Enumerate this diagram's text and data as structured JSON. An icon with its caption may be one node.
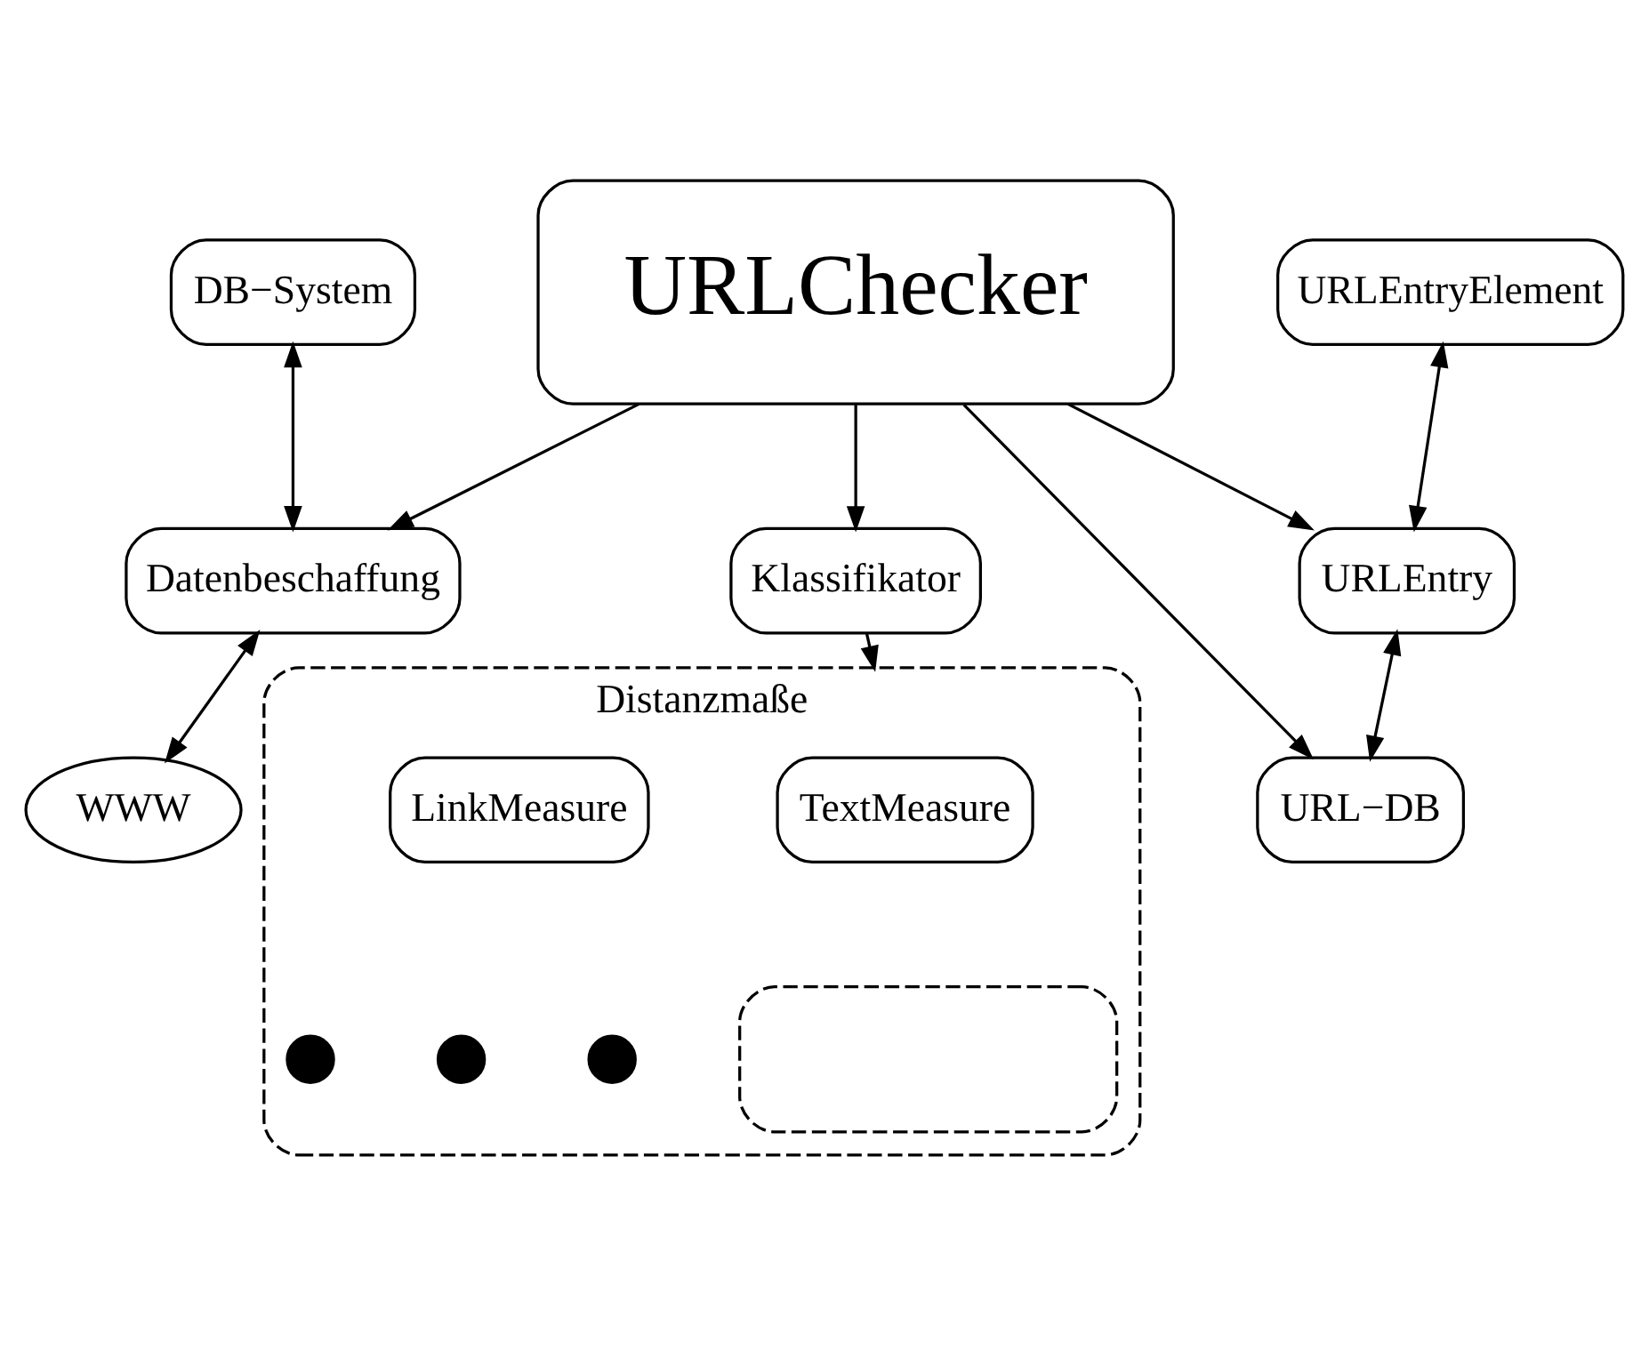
{
  "diagram": {
    "nodes": [
      {
        "text": [
          "DB−System"
        ]
      },
      {
        "text": [
          "Datenbeschaffung"
        ]
      },
      {
        "text": [
          "WWW"
        ]
      },
      {
        "text": [
          "URLEntryElement"
        ]
      },
      {
        "text": [
          "URLChecker"
        ]
      },
      {
        "text": [
          "Klassifikator"
        ]
      },
      {
        "text": [
          "URLEntry"
        ]
      },
      {
        "text": [
          "Distanzmaße"
        ]
      },
      {
        "text": [
          "TextMeasure"
        ],
        "in": 7
      },
      {
        "text": [
          "LinkMeasure"
        ],
        "in": 7
      },
      {
        "text": [
          "URL−DB"
        ]
      },
      {
        "text": [],
        "shape": "box",
        "in": 7
      },
      {
        "text": [],
        "shape": "circle",
        "in": 7
      },
      {
        "text": [],
        "shape": "circle",
        "in": 7
      },
      {
        "text": [],
        "shape": "circle",
        "in": 7
      }
    ],
    "edges": [
      {
        "from": 0,
        "to": 1,
        "arrow": "both"
      },
      {
        "from": 1,
        "to": 2,
        "arrow": "both"
      },
      {
        "from": 4,
        "to": 1,
        "arrow": "to"
      },
      {
        "from": 4,
        "to": 5,
        "arrow": "to"
      },
      {
        "from": 4,
        "to": 6,
        "arrow": "to"
      },
      {
        "from": 4,
        "to": 10,
        "arrow": "to"
      },
      {
        "from": 3,
        "to": 6,
        "arrow": "both"
      },
      {
        "from": 6,
        "to": 10,
        "arrow": "both"
      },
      {
        "from": 5,
        "to": 7,
        "arrow": "to"
      }
    ]
  }
}
